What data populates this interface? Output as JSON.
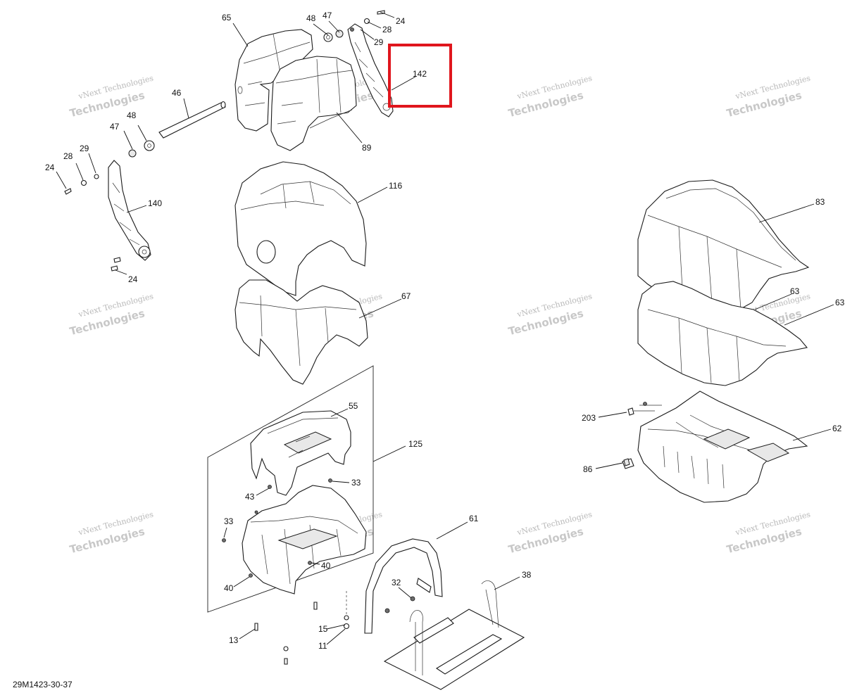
{
  "diagram": {
    "code": "29M1423-30-37",
    "watermark": {
      "line1": "vNext Technologies",
      "line2": "Technologies"
    },
    "labels": {
      "l65": "65",
      "l48a": "48",
      "l47a": "47",
      "l24a": "24",
      "l28a": "28",
      "l29a": "29",
      "l142": "142",
      "l46": "46",
      "l89": "89",
      "l47b": "47",
      "l48b": "48",
      "l28b": "28",
      "l29b": "29",
      "l24b": "24",
      "l140": "140",
      "l24c": "24",
      "l116": "116",
      "l67": "67",
      "l83": "83",
      "l63a": "63",
      "l63b": "63",
      "l55": "55",
      "l125": "125",
      "l33a": "33",
      "l43": "43",
      "l33b": "33",
      "l40a": "40",
      "l40b": "40",
      "l203": "203",
      "l62": "62",
      "l86": "86",
      "l61": "61",
      "l38": "38",
      "l32": "32",
      "l15": "15",
      "l13": "13",
      "l11": "11"
    },
    "highlight_color": "#e0161d"
  }
}
